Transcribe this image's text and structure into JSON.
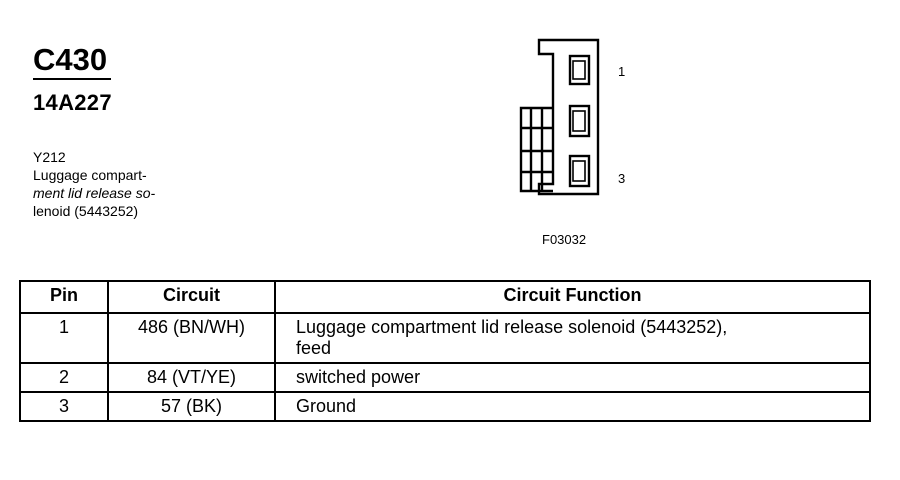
{
  "connector": {
    "id": "C430",
    "part_number": "14A227"
  },
  "component": {
    "code": "Y212",
    "desc_line1": "Luggage compart-",
    "desc_line2": "ment lid release so-",
    "desc_line3": "lenoid (5443252)"
  },
  "diagram": {
    "pin_top": "1",
    "pin_bottom": "3",
    "figure_code": "F03032"
  },
  "table": {
    "headers": {
      "pin": "Pin",
      "circuit": "Circuit",
      "function": "Circuit Function"
    },
    "rows": [
      {
        "pin": "1",
        "circuit": "486 (BN/WH)",
        "function_line1": "Luggage compartment lid release solenoid (5443252),",
        "function_line2": "feed"
      },
      {
        "pin": "2",
        "circuit": "84 (VT/YE)",
        "function_line1": "switched power",
        "function_line2": ""
      },
      {
        "pin": "3",
        "circuit": "57 (BK)",
        "function_line1": "Ground",
        "function_line2": ""
      }
    ]
  }
}
